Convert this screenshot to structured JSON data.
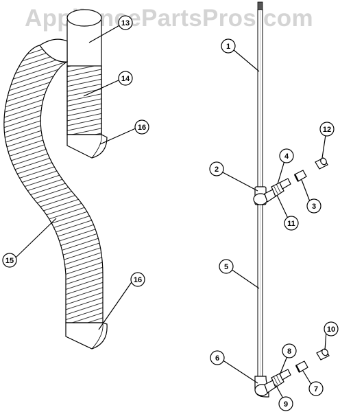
{
  "watermark": "AppliancePartsPros.com",
  "callouts": [
    "1",
    "2",
    "3",
    "4",
    "5",
    "6",
    "7",
    "8",
    "9",
    "10",
    "11",
    "12",
    "13",
    "14",
    "15",
    "16",
    "16"
  ]
}
